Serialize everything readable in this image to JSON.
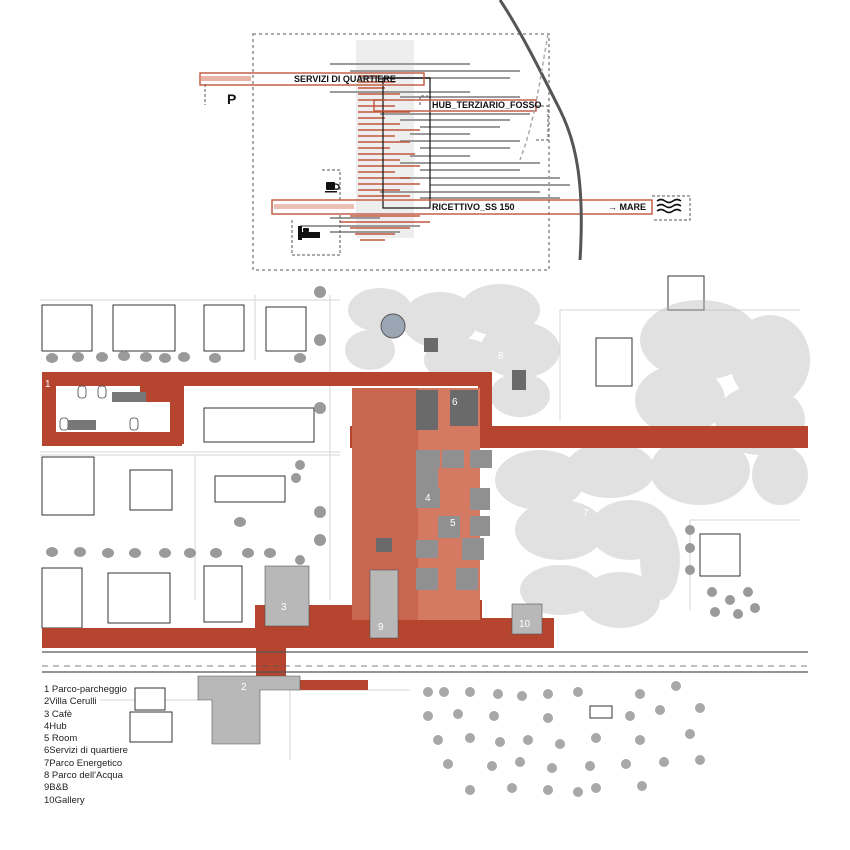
{
  "diagram": {
    "labels": {
      "servizi": "SERVIZI DI QUARTIERE",
      "hub": "HUB_TERZIARIO_FOSSO",
      "ricettivo": "RICETTIVO_SS 150",
      "mare": "→ MARE",
      "parking": "P"
    },
    "icons": [
      "cup-icon",
      "bed-icon",
      "waves-icon"
    ]
  },
  "plan": {
    "numbers": [
      "1",
      "2",
      "3",
      "4",
      "5",
      "6",
      "7",
      "8",
      "9",
      "10"
    ],
    "accent_color": "#b5452f",
    "light_accent_color": "#d9826a"
  },
  "legend": {
    "items": [
      "1 Parco-parcheggio",
      "2Villa Cerulli",
      "3 Cafè",
      "4Hub",
      "5 Room",
      "6Servizi di quartiere",
      "7Parco Energetico",
      "8 Parco dell'Acqua",
      "9B&B",
      "10Gallery"
    ]
  }
}
